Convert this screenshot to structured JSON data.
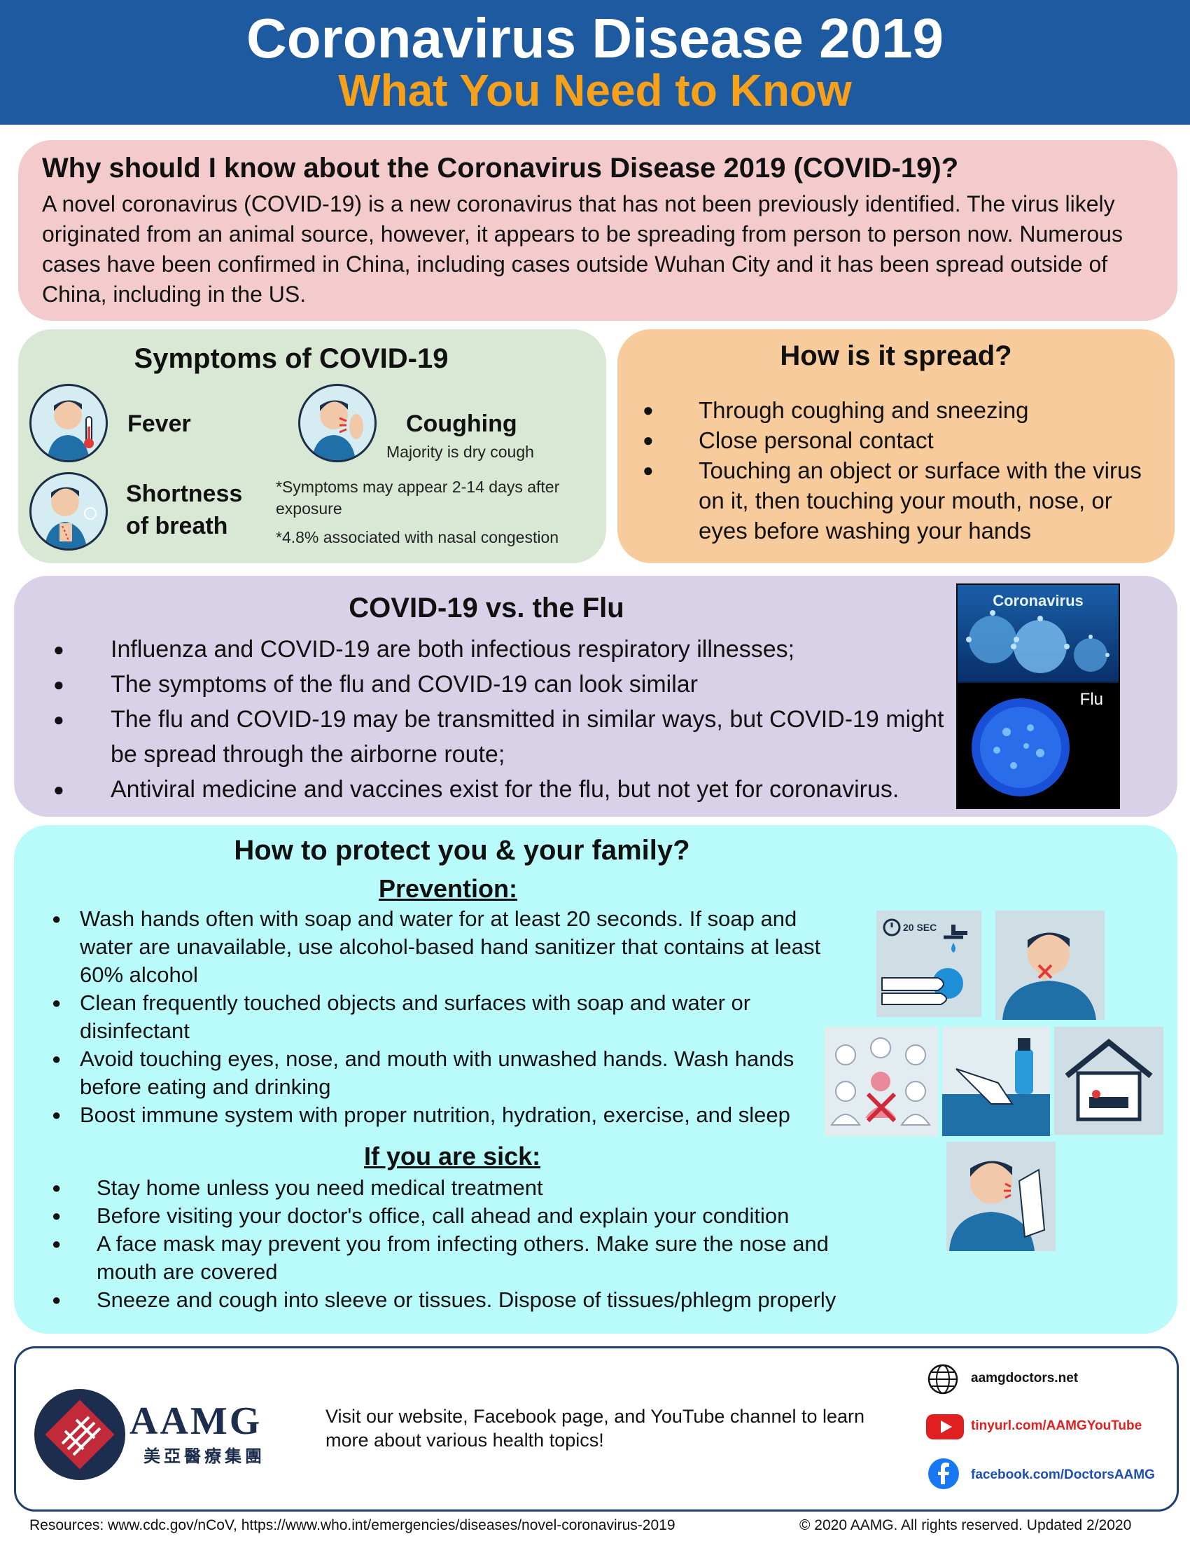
{
  "header": {
    "title": "Coronavirus Disease 2019",
    "subtitle": "What You Need to Know"
  },
  "why": {
    "heading": "Why should I know about the Coronavirus Disease 2019 (COVID-19)?",
    "body": "A novel coronavirus (COVID-19) is a new coronavirus that has not been previously identified. The virus likely originated from an animal source, however, it appears to be spreading from person to person now. Numerous cases have been confirmed in China, including cases outside Wuhan City and it has been spread outside of China, including in the US."
  },
  "symptoms": {
    "heading": "Symptoms of COVID-19",
    "fever": "Fever",
    "coughing": "Coughing",
    "coughing_note": "Majority is dry cough",
    "shortness_line1": "Shortness",
    "shortness_line2": "of breath",
    "note1": "*Symptoms may appear 2-14 days after exposure",
    "note2": "*4.8% associated with nasal congestion"
  },
  "spread": {
    "heading": "How is it spread?",
    "items": [
      "Through coughing and sneezing",
      "Close personal contact",
      "Touching an object or surface with the virus on it, then touching your mouth, nose, or eyes before washing your hands"
    ]
  },
  "flu": {
    "heading": "COVID-19 vs. the Flu",
    "items": [
      "Influenza and COVID-19 are both infectious respiratory illnesses;",
      "The symptoms of the flu and COVID-19 can look similar",
      "The flu and COVID-19 may be transmitted in similar ways, but COVID-19 might be spread through the airborne route;",
      "Antiviral medicine and vaccines exist for the flu, but not yet for coronavirus."
    ],
    "image_label_top": "Coronavirus",
    "image_label_bottom": "Flu"
  },
  "protect": {
    "heading": "How to protect you & your family?",
    "prevention_heading": "Prevention:",
    "prevention": [
      "Wash hands often with soap and water for at least 20 seconds. If soap and water are unavailable, use alcohol-based hand sanitizer that contains at least 60% alcohol",
      "Clean frequently touched objects and surfaces with soap and water or disinfectant",
      "Avoid touching eyes, nose, and mouth with unwashed hands.  Wash hands before eating and drinking",
      "Boost immune system with proper nutrition, hydration, exercise, and sleep"
    ],
    "sick_heading": "If you are sick:",
    "sick": [
      "Stay home unless you need medical treatment",
      "Before visiting your doctor's office, call ahead and explain your condition",
      "A face mask may prevent you from infecting others. Make sure the nose and mouth are covered",
      "Sneeze and cough into sleeve or tissues. Dispose of tissues/phlegm properly"
    ],
    "timer_label": "20 SEC"
  },
  "footer": {
    "logo_text": "AAMG",
    "logo_chinese": "美亞醫療集團",
    "visit_text": "Visit our website, Facebook page, and YouTube channel to learn more about various health topics!",
    "website": "aamgdoctors.net",
    "youtube": "tinyurl.com/AAMGYouTube",
    "facebook": "facebook.com/DoctorsAAMG",
    "resources": "Resources: www.cdc.gov/nCoV, https://www.who.int/emergencies/diseases/novel-coronavirus-2019",
    "copyright": "© 2020 AAMG. All rights reserved. Updated 2/2020"
  },
  "colors": {
    "header_bg": "#1d5aa0",
    "subtitle": "#f7a11a",
    "why_bg": "#f4cbcc",
    "symptoms_bg": "#d9e8d5",
    "spread_bg": "#f7cb9c",
    "flu_bg": "#d9d1e8",
    "protect_bg": "#b8fbfa",
    "youtube_red": "#e02020",
    "facebook_blue": "#1877f2"
  }
}
